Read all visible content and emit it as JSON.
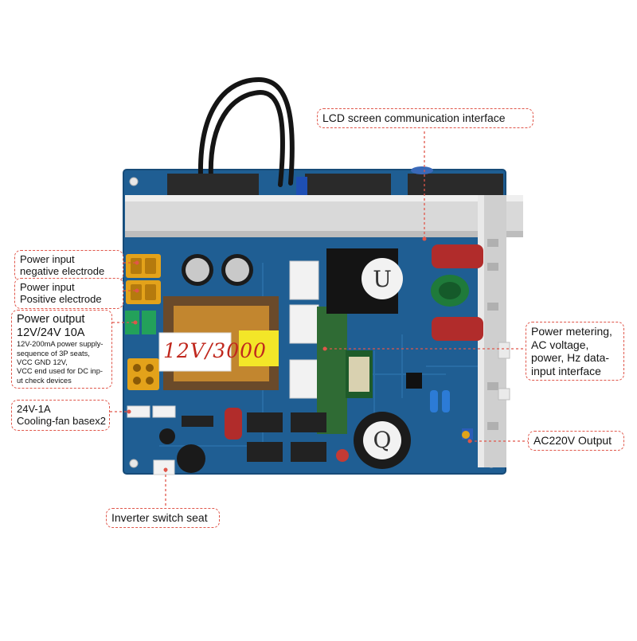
{
  "colors": {
    "pcb": "#1f5e93",
    "heatsink": "#d9d9d9",
    "callout_border": "#e0564a",
    "connector_yellow": "#e3a21a",
    "fuse_green": "#23a15a"
  },
  "board": {
    "sticker_text": "12V/3000"
  },
  "callouts": {
    "lcd": {
      "lines": [
        "LCD screen communication interface"
      ]
    },
    "neg": {
      "lines": [
        "Power input",
        "negative electrode"
      ]
    },
    "pos": {
      "lines": [
        "Power input",
        "Positive electrode"
      ]
    },
    "output": {
      "lines": [
        "Power output",
        "12V/24V 10A"
      ],
      "detail": [
        "12V-200mA power supply-",
        "sequence of 3P seats,",
        "VCC GND 12V,",
        "VCC end used for DC inp-",
        "ut check devices"
      ]
    },
    "fan": {
      "lines": [
        "24V-1A",
        "Cooling-fan basex2"
      ]
    },
    "inverter": {
      "lines": [
        "Inverter switch seat"
      ]
    },
    "meter": {
      "lines": [
        "Power metering,",
        "AC voltage,",
        "power, Hz data-",
        "input interface"
      ]
    },
    "ac220": {
      "lines": [
        "AC220V Output"
      ]
    }
  }
}
